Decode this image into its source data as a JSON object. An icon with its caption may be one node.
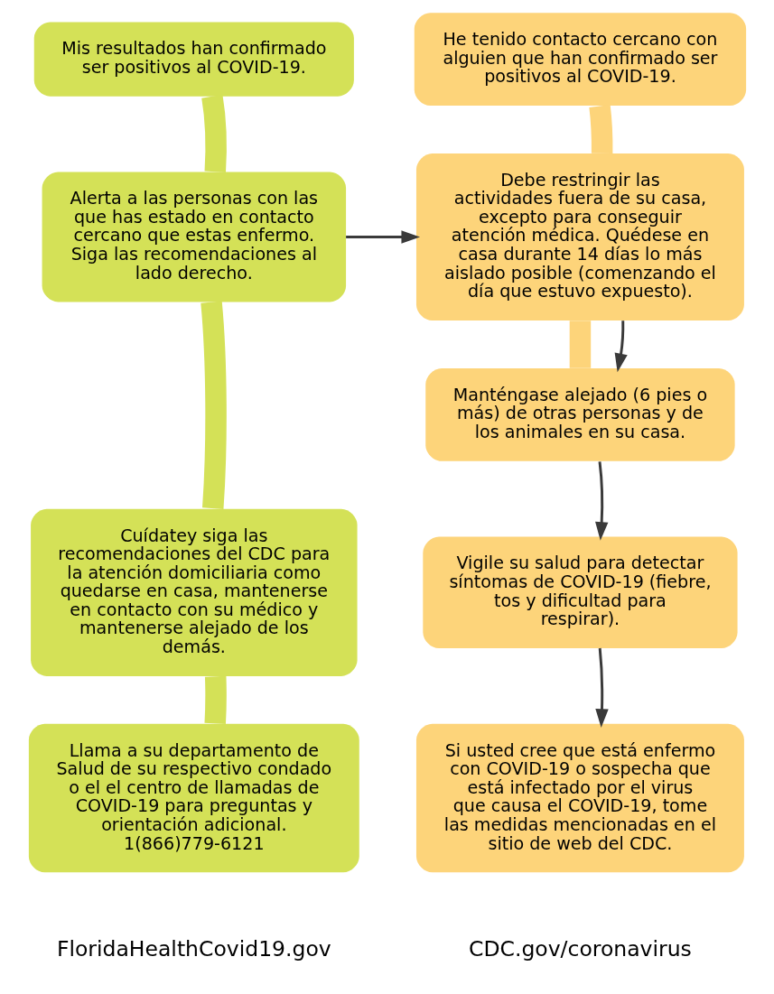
{
  "diagram": {
    "nodes": [
      {
        "text": [
          "Mis resultados han confirmado ser positivos al COVID-19."
        ]
      },
      {
        "text": [
          "He tenido contacto cercano con alguien que han confirmado ser positivos al COVID-19."
        ]
      },
      {
        "text": [
          "Alerta a las personas con las que has estado en contacto cercano que estas enfermo. Siga las recomendaciones al lado derecho."
        ]
      },
      {
        "text": [
          "Debe restringir las actividades fuera de su casa, excepto para conseguir atención médica. Quédese en casa durante 14 días lo más aislado posible (comenzando el día que estuvo expuesto)."
        ]
      },
      {
        "text": [
          "Cuídatey siga las recomendaciones del CDC para la atención domiciliaria como quedarse en casa, mantenerse en contacto con su médico y mantenerse alejado de los demás."
        ]
      },
      {
        "text": [
          "Manténgase alejado (6 pies o más) de otras personas y de los animales en su casa."
        ]
      },
      {
        "text": [
          "Llama a su departamento de Salud de su respectivo condado o el el centro de llamadas de COVID-19 para preguntas y orientación adicional. 1(866)779-6121"
        ]
      },
      {
        "text": [
          "Vigile su salud para detectar síntomas de COVID-19 (fiebre, tos y dificultad para respirar)."
        ]
      },
      {
        "text": [
          "Si usted cree que está enfermo con COVID-19 o sospecha que está infectado por el virus que causa el COVID-19, tome las medidas mencionadas en el sitio de web del CDC."
        ]
      }
    ],
    "edges": [
      {
        "from": 0,
        "to": 2,
        "arrow": "none",
        "color": "#d4e157"
      },
      {
        "from": 2,
        "to": 4,
        "arrow": "none",
        "color": "#d4e157"
      },
      {
        "from": 4,
        "to": 6,
        "arrow": "none",
        "color": "#d4e157"
      },
      {
        "from": 1,
        "to": 3,
        "arrow": "none",
        "color": "#fdd47a"
      },
      {
        "from": 3,
        "to": 5,
        "arrow": "none",
        "color": "#fdd47a"
      },
      {
        "from": 2,
        "to": 3,
        "arrow": "to",
        "color": "#3a3a3a"
      },
      {
        "from": 3,
        "to": 5,
        "arrow": "to",
        "color": "#3a3a3a"
      },
      {
        "from": 5,
        "to": 7,
        "arrow": "to",
        "color": "#3a3a3a"
      },
      {
        "from": 7,
        "to": 8,
        "arrow": "to",
        "color": "#3a3a3a"
      }
    ],
    "labels": [
      "FloridaHealthCovid19.gov",
      "CDC.gov/coronavirus"
    ]
  }
}
